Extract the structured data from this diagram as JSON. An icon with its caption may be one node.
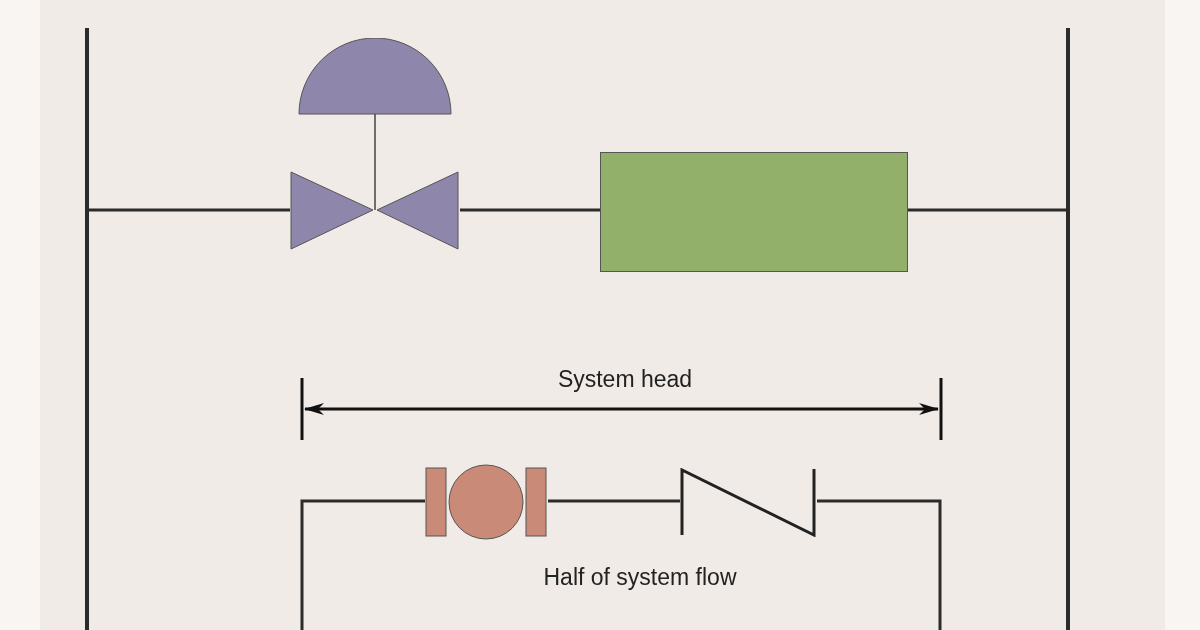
{
  "diagram": {
    "nodes": [
      {
        "text": [],
        "shape": "bar"
      },
      {
        "text": [],
        "shape": "picture"
      },
      {
        "text": [],
        "shape": "box"
      },
      {
        "text": [],
        "shape": "bar"
      },
      {
        "text": [],
        "shape": "circle"
      },
      {
        "text": [],
        "shape": "picture"
      }
    ],
    "edges": [
      {
        "from": 0,
        "to": 1,
        "arrow": "none"
      },
      {
        "from": 1,
        "to": 2,
        "arrow": "none"
      },
      {
        "from": 2,
        "to": 3,
        "arrow": "none"
      },
      {
        "from": null,
        "to": 4,
        "arrow": "none"
      },
      {
        "from": 4,
        "to": 5,
        "arrow": "none"
      },
      {
        "from": 5,
        "to": null,
        "arrow": "none"
      }
    ],
    "labels": [
      "System head",
      "Half of system flow"
    ]
  }
}
